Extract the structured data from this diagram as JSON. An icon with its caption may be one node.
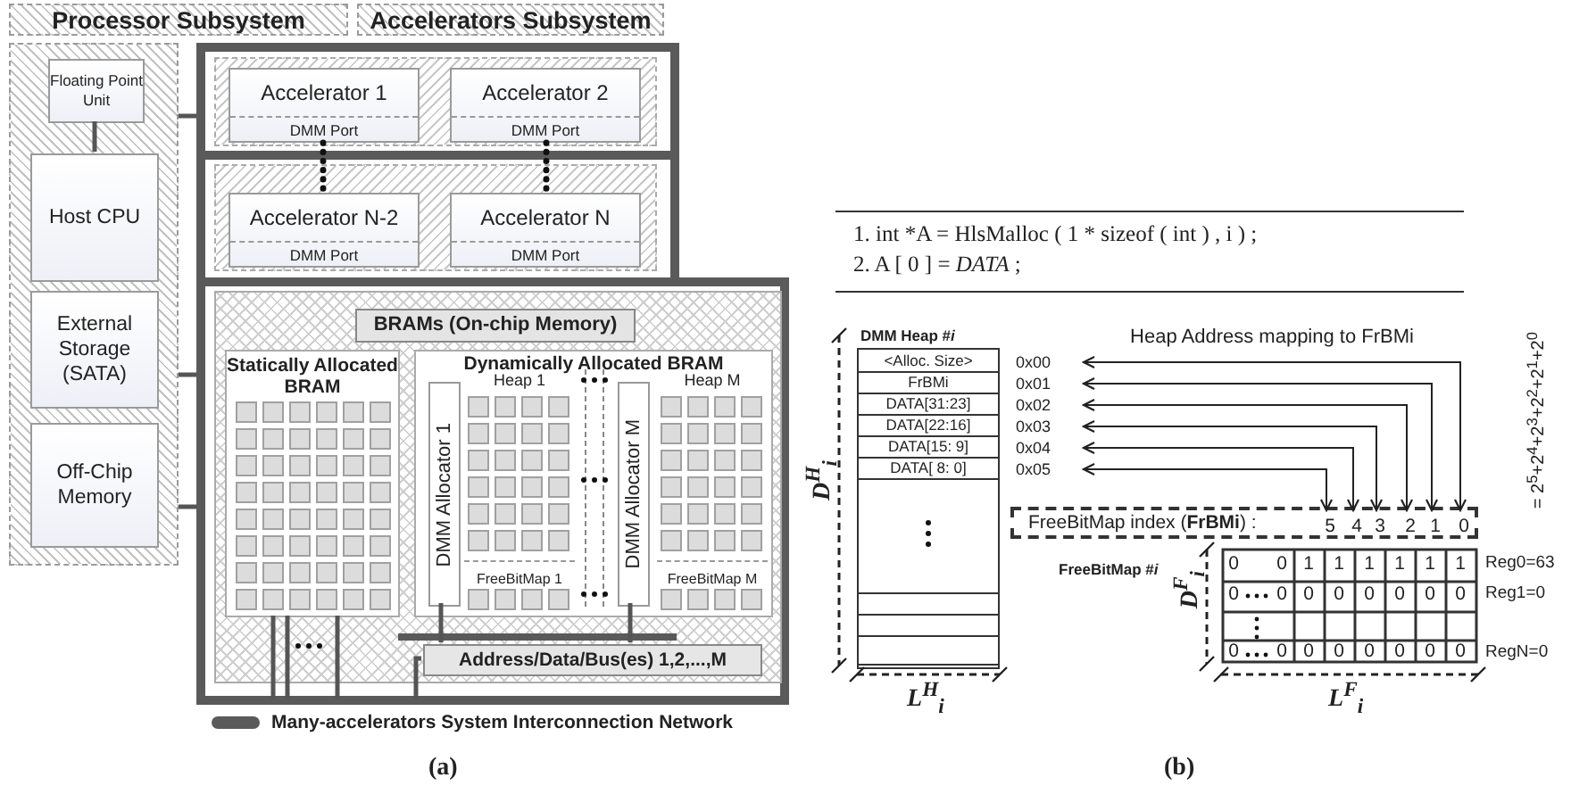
{
  "diagram": {
    "nodes": [
      {
        "text": [
          "Processor Subsystem"
        ]
      },
      {
        "text": [
          "Accelerators Subsystem"
        ]
      },
      {
        "text": [],
        "shape": "box"
      },
      {
        "text": [
          "Floating Point Unit"
        ],
        "in": 2
      },
      {
        "text": [
          "Host CPU"
        ],
        "in": 2
      },
      {
        "text": [
          "External Storage (SATA)"
        ],
        "in": 2
      },
      {
        "text": [
          "Off-Chip Memory"
        ],
        "in": 2
      },
      {
        "text": [],
        "shape": "box"
      },
      {
        "text": [
          "Accelerator 1",
          "DMM Port"
        ],
        "in": 7
      },
      {
        "text": [
          "Accelerator 2",
          "DMM Port"
        ],
        "in": 7
      },
      {
        "text": [
          "Accelerator N-2",
          "DMM Port"
        ],
        "in": 7
      },
      {
        "text": [
          "Accelerator N",
          "DMM Port"
        ],
        "in": 7
      },
      {
        "text": [
          "BRAMs (On-chip Memory)"
        ],
        "in": 7
      },
      {
        "text": [
          "Statically Allocated BRAM"
        ],
        "in": 12
      },
      {
        "text": [
          "Dynamically Allocated BRAM"
        ],
        "in": 12
      },
      {
        "text": [
          "DMM Allocator 1"
        ],
        "in": 14
      },
      {
        "text": [
          "Heap 1"
        ],
        "in": 14
      },
      {
        "text": [
          "FreeBitMap 1"
        ],
        "in": 14
      },
      {
        "text": [
          "DMM Allocator M"
        ],
        "in": 14
      },
      {
        "text": [
          "Heap M"
        ],
        "in": 14
      },
      {
        "text": [
          "FreeBitMap M"
        ],
        "in": 14
      },
      {
        "text": [
          "Address/Data/Bus(es) 1,2,...,M"
        ],
        "in": 12
      },
      {
        "text": [
          "DMM Heap #*i*"
        ]
      },
      {
        "text": [
          "<Alloc. Size>"
        ],
        "beside": [
          "0x00"
        ],
        "in": 22
      },
      {
        "text": [
          "FrBMi"
        ],
        "beside": [
          "0x01"
        ],
        "in": 22
      },
      {
        "text": [
          "DATA[31:23]"
        ],
        "beside": [
          "0x02"
        ],
        "in": 22
      },
      {
        "text": [
          "DATA[22:16]"
        ],
        "beside": [
          "0x03"
        ],
        "in": 22
      },
      {
        "text": [
          "DATA[15: 9]"
        ],
        "beside": [
          "0x04"
        ],
        "in": 22
      },
      {
        "text": [
          "DATA[ 8: 0]"
        ],
        "beside": [
          "0x05"
        ],
        "in": 22
      },
      {
        "text": [],
        "shape": "box",
        "in": 22
      },
      {
        "text": [],
        "shape": "box",
        "in": 22
      },
      {
        "text": [],
        "shape": "box",
        "in": 22
      },
      {
        "text": [],
        "shape": "box",
        "in": 22
      },
      {
        "text": [
          "FreeBitMap index (**FrBMi**) :"
        ]
      },
      {
        "text": [
          "5"
        ],
        "in": 33
      },
      {
        "text": [
          "4"
        ],
        "in": 33
      },
      {
        "text": [
          "3"
        ],
        "in": 33
      },
      {
        "text": [
          "2"
        ],
        "in": 33
      },
      {
        "text": [
          "1"
        ],
        "in": 33
      },
      {
        "text": [
          "0"
        ],
        "in": 33
      },
      {
        "text": [
          "FreeBitMap #*i*"
        ],
        "beside": [
          "Reg0=63",
          "Reg1=0",
          "RegN=0"
        ]
      }
    ],
    "edges": [
      {
        "from": 3,
        "to": 4,
        "arrow": "none"
      },
      {
        "from": 2,
        "to": 7,
        "arrow": "none"
      },
      {
        "from": 2,
        "to": 7,
        "arrow": "none"
      },
      {
        "from": 2,
        "to": 7,
        "arrow": "none"
      },
      {
        "from": 8,
        "to": 10,
        "arrow": "none",
        "style": "dashed"
      },
      {
        "from": 9,
        "to": 11,
        "arrow": "none",
        "style": "dashed"
      },
      {
        "from": 13,
        "to": 7,
        "arrow": "none"
      },
      {
        "from": 13,
        "to": 7,
        "arrow": "none"
      },
      {
        "from": 13,
        "to": 7,
        "arrow": "none"
      },
      {
        "from": 15,
        "to": 21,
        "arrow": "none"
      },
      {
        "from": 18,
        "to": 21,
        "arrow": "none"
      },
      {
        "from": 21,
        "to": 7,
        "arrow": "none"
      },
      {
        "from": 39,
        "to": 23,
        "arrow": "both",
        "label": "Heap Address mapping to FrBMi"
      },
      {
        "from": 38,
        "to": 24,
        "arrow": "both"
      },
      {
        "from": 37,
        "to": 25,
        "arrow": "both"
      },
      {
        "from": 36,
        "to": 26,
        "arrow": "both"
      },
      {
        "from": 35,
        "to": 27,
        "arrow": "both"
      },
      {
        "from": 34,
        "to": 28,
        "arrow": "both"
      }
    ],
    "labels": [
      "1. int *A = HlsMalloc ( 1 * sizeof ( int ) , i ) ;",
      "2. A [ 0 ] = *DATA* ;",
      "= 2$^{5}$+2$^{4}$+2$^{3}$+2$^{2}$+2$^{1}$+2$^{0}$",
      "D$^{H}$$_{i}$",
      "0",
      "0",
      "1",
      "1",
      "1",
      "1",
      "1",
      "1",
      "0",
      "0",
      "0",
      "0",
      "0",
      "0",
      "0",
      "0",
      "0",
      "0",
      "0",
      "0",
      "0",
      "0",
      "0",
      "0",
      "L$^{H}$$_{i}$",
      "D$^{F}$$_{i}$",
      "L$^{F}$$_{i}$",
      "(a)",
      "(b)"
    ],
    "legend": [
      {
        "text": "Many-accelerators System Interconnection Network"
      }
    ]
  }
}
